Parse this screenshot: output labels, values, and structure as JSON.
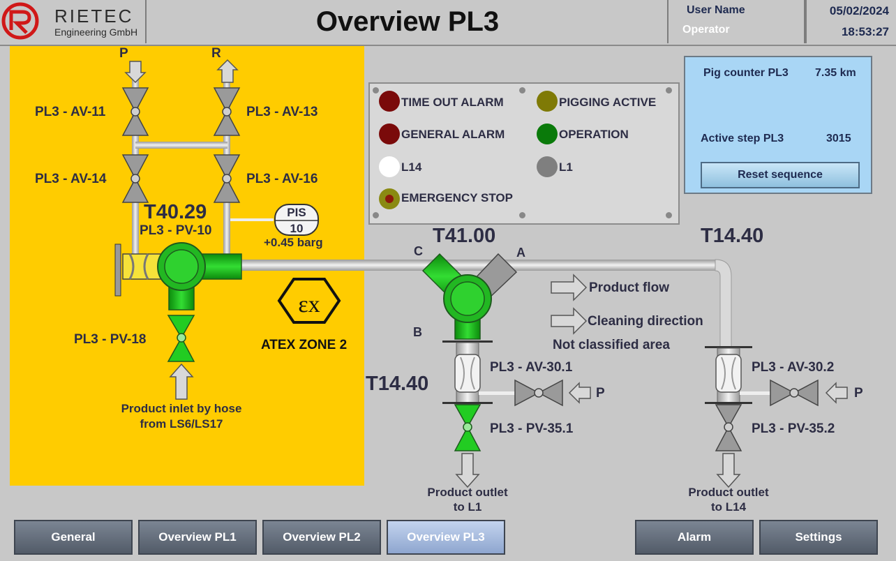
{
  "header": {
    "company_name": "RIETEC",
    "company_sub": "Engineering GmbH",
    "title": "Overview PL3",
    "user_label": "User Name",
    "user_value": "Operator",
    "date": "05/02/2024",
    "time": "18:53:27"
  },
  "atex": {
    "zone_label": "ATEX ZONE 2",
    "temp": "T40.29",
    "inlet_text_1": "Product inlet by hose",
    "inlet_text_2": "from LS6/LS17"
  },
  "valves": {
    "p_label": "P",
    "r_label": "R",
    "av11": "PL3 - AV-11",
    "av13": "PL3 - AV-13",
    "av14": "PL3 - AV-14",
    "av16": "PL3 - AV-16",
    "pv10": "PL3 - PV-10",
    "pv18": "PL3 - PV-18",
    "av30_1": "PL3 - AV-30.1",
    "av30_2": "PL3 - AV-30.2",
    "pv35_1": "PL3 - PV-35.1",
    "pv35_2": "PL3 - PV-35.2",
    "p_right_1": "P",
    "p_right_2": "P"
  },
  "pis": {
    "tag": "PIS",
    "number": "10",
    "value": "+0.45 barg"
  },
  "diverter": {
    "temp": "T41.00",
    "port_a": "A",
    "port_b": "B",
    "port_c": "C"
  },
  "temps": {
    "t_right": "T14.40",
    "t_left": "T14.40"
  },
  "legend": {
    "product_flow": "Product flow",
    "cleaning": "Cleaning direction",
    "area": "Not classified area"
  },
  "outlets": {
    "l1_line1": "Product outlet",
    "l1_line2": "to L1",
    "l14_line1": "Product outlet",
    "l14_line2": "to L14"
  },
  "alarms": [
    {
      "label": "TIME OUT ALARM",
      "color": "#7a0a0a"
    },
    {
      "label": "PIGGING ACTIVE",
      "color": "#7f7a06"
    },
    {
      "label": "GENERAL ALARM",
      "color": "#7a0a0a"
    },
    {
      "label": "OPERATION",
      "color": "#0a7a0a"
    },
    {
      "label": "L14",
      "color": "#ffffff"
    },
    {
      "label": "L1",
      "color": "#7f7f7f"
    },
    {
      "label": "EMERGENCY STOP",
      "color": "#8c1a0a"
    }
  ],
  "info": {
    "pig_label": "Pig counter PL3",
    "pig_value": "7.35 km",
    "step_label": "Active step PL3",
    "step_value": "3015",
    "reset_label": "Reset sequence"
  },
  "nav": {
    "general": "General",
    "pl1": "Overview PL1",
    "pl2": "Overview PL2",
    "pl3": "Overview PL3",
    "alarm": "Alarm",
    "settings": "Settings",
    "active": "Overview PL3"
  },
  "colors": {
    "atex_zone": "#ffcc00",
    "valve_green": "#22cc22",
    "valve_grey": "#8a8a8a",
    "pipe": "#d9d9d9"
  }
}
